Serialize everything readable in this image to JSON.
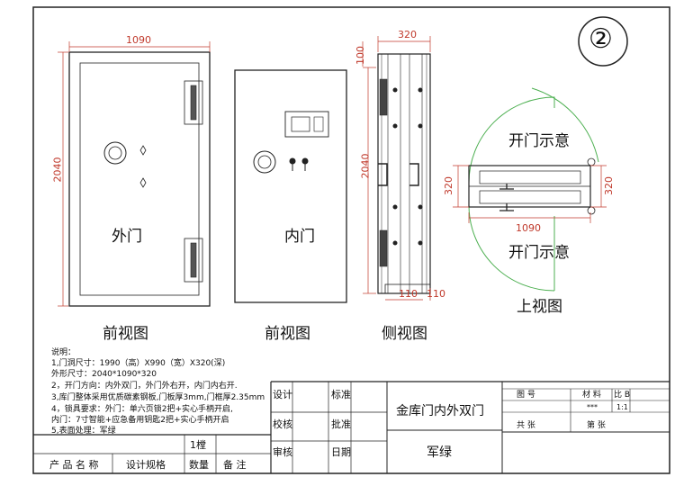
{
  "sheet_number": "②",
  "views": {
    "front": {
      "label": "前视图",
      "door_label": "外门",
      "width_dim": "1090",
      "height_dim": "2040"
    },
    "inner": {
      "label": "前视图",
      "door_label": "内门"
    },
    "side": {
      "label": "侧视图",
      "depth_dim": "320",
      "top_dim": "100",
      "height_dim": "2040",
      "bottom_dim_1": "110",
      "bottom_dim_2": "110"
    },
    "top": {
      "label": "上视图",
      "open_label_top": "开门示意",
      "open_label_bottom": "开门示意",
      "dim_left": "320",
      "dim_right": "320",
      "dim_width": "1090"
    }
  },
  "notes": {
    "title": "说明：",
    "lines": [
      "1,门洞尺寸：1990（高）X990（宽）X320(深)",
      "   外形尺寸：2040*1090*320",
      "2，开门方向：内外双门，外门外右开，内门内右开.",
      "3,库门整体采用优质碳素钢板,门板厚3mm,门框厚2.35mm",
      "4，锁具要求：外门：单六页锁2把+实心手柄开启,",
      "      内门：7寸智能+应急备用钥匙2把+实心手柄开启",
      "5,表面处理：军绿"
    ]
  },
  "parts_table": {
    "qty_value": "1樘",
    "headers": [
      "产 品 名 称",
      "设计规格",
      "数量",
      "备   注"
    ]
  },
  "title_block": {
    "design": "设计",
    "check": "校核",
    "review": "审核",
    "standard": "标准",
    "approve": "批准",
    "date": "日期",
    "product_name": "金库门内外双门",
    "color": "军绿",
    "drawing_no": "图    号",
    "material": "材 料",
    "scale": "比 B",
    "placeholder": "***",
    "scale_value": "1:1",
    "total_sheets": "共    张",
    "sheet_no": "第    张"
  }
}
